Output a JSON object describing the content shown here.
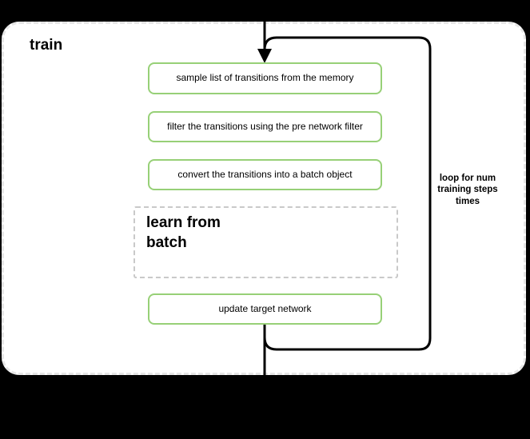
{
  "diagram": {
    "title": "train",
    "steps": [
      {
        "label": "sample list of transitions from the memory"
      },
      {
        "label": "filter the transitions using the pre network filter"
      },
      {
        "label": "convert the transitions into a batch object"
      }
    ],
    "subprocess": {
      "label": "learn from batch"
    },
    "final_step": {
      "label": "update target network"
    },
    "loop_annotation": "loop for num training steps times",
    "colors": {
      "background": "#000000",
      "container_fill": "#ffffff",
      "container_border": "#e6e6e6",
      "step_border": "#97d077",
      "subprocess_border": "#c9c9c9",
      "connector": "#000000",
      "text": "#000000"
    }
  }
}
